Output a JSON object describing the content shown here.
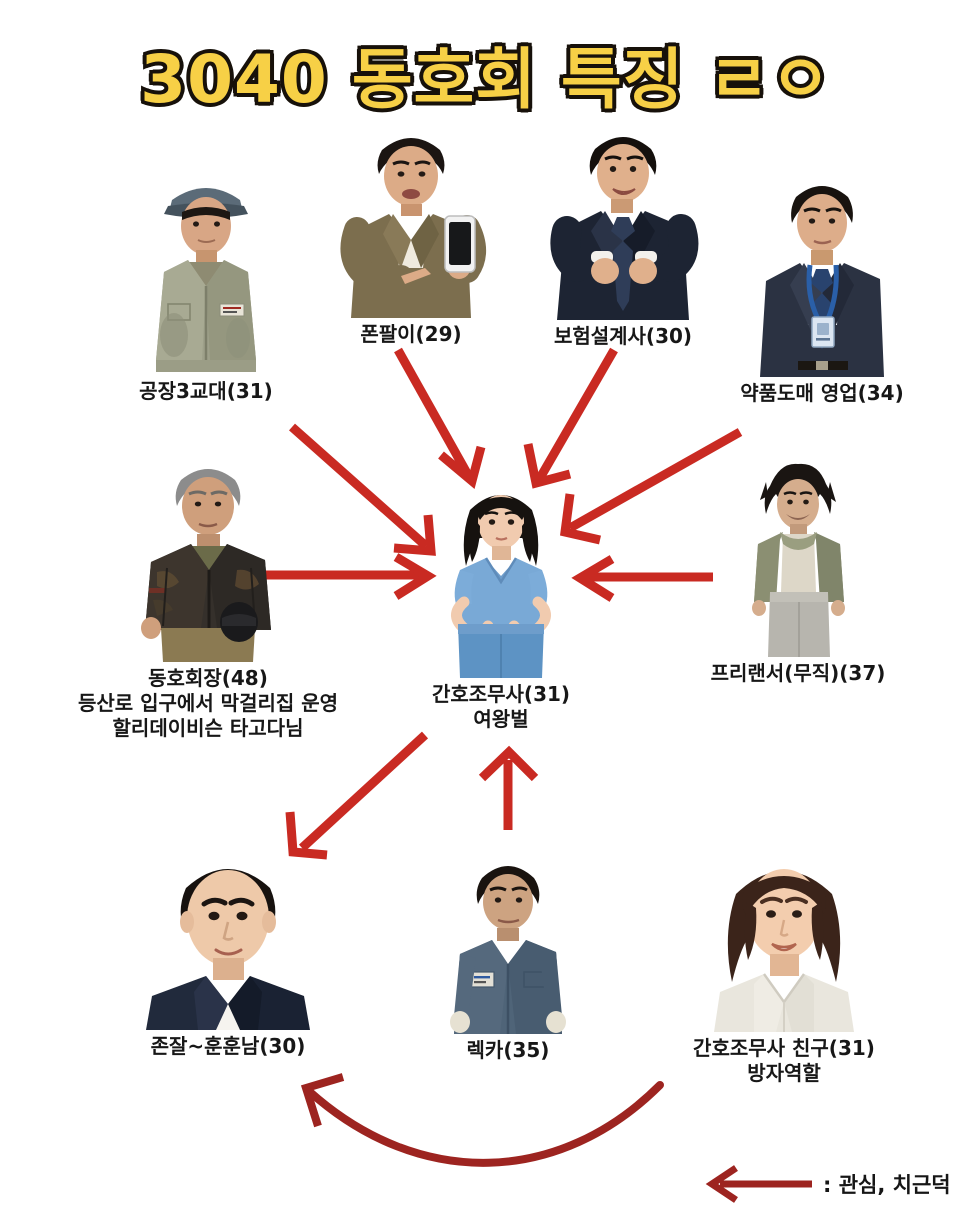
{
  "title": "3040 동호회 특징 ㄹㅇ",
  "legend": {
    "arrow_icon": "left-arrow-icon",
    "text": ": 관심, 치근덕"
  },
  "colors": {
    "title_fill": "#f7d046",
    "title_stroke": "#17110a",
    "arrow_red": "#c92a22",
    "arrow_dark_red": "#9d2420",
    "background": "#ffffff"
  },
  "nodes": [
    {
      "id": "factory",
      "label": "공장3교대(31)",
      "sub": "",
      "role": "factory-3-shift-worker"
    },
    {
      "id": "phone",
      "label": "폰팔이(29)",
      "sub": "",
      "role": "phone-seller"
    },
    {
      "id": "insurance",
      "label": "보험설계사(30)",
      "sub": "",
      "role": "insurance-planner"
    },
    {
      "id": "pharma",
      "label": "약품도매 영업(34)",
      "sub": "",
      "role": "pharmaceutical-sales"
    },
    {
      "id": "chairman",
      "label": "동호회장(48)",
      "sub": "등산로 입구에서 막걸리집 운영",
      "sub2": "할리데이비슨 타고다님",
      "role": "club-president-biker"
    },
    {
      "id": "nurse",
      "label": "간호조무사(31)",
      "sub": "여왕벌",
      "role": "nurse-assistant-queen-bee"
    },
    {
      "id": "freelancer",
      "label": "프리랜서(무직)(37)",
      "sub": "",
      "role": "unemployed-freelancer"
    },
    {
      "id": "handsome",
      "label": "존잘~훈훈남(30)",
      "sub": "",
      "role": "handsome-guy"
    },
    {
      "id": "tow",
      "label": "렉카(35)",
      "sub": "",
      "role": "tow-truck-driver"
    },
    {
      "id": "friend",
      "label": "간호조무사 친구(31)",
      "sub": "방자역할",
      "role": "nurse-friend-wingwoman"
    }
  ],
  "arrows": [
    {
      "from": "phone",
      "to": "nurse"
    },
    {
      "from": "insurance",
      "to": "nurse"
    },
    {
      "from": "factory",
      "to": "nurse"
    },
    {
      "from": "pharma",
      "to": "nurse"
    },
    {
      "from": "chairman",
      "to": "nurse"
    },
    {
      "from": "freelancer",
      "to": "nurse"
    },
    {
      "from": "tow",
      "to": "nurse"
    },
    {
      "from": "nurse",
      "to": "handsome"
    },
    {
      "from": "friend",
      "to": "handsome"
    }
  ]
}
